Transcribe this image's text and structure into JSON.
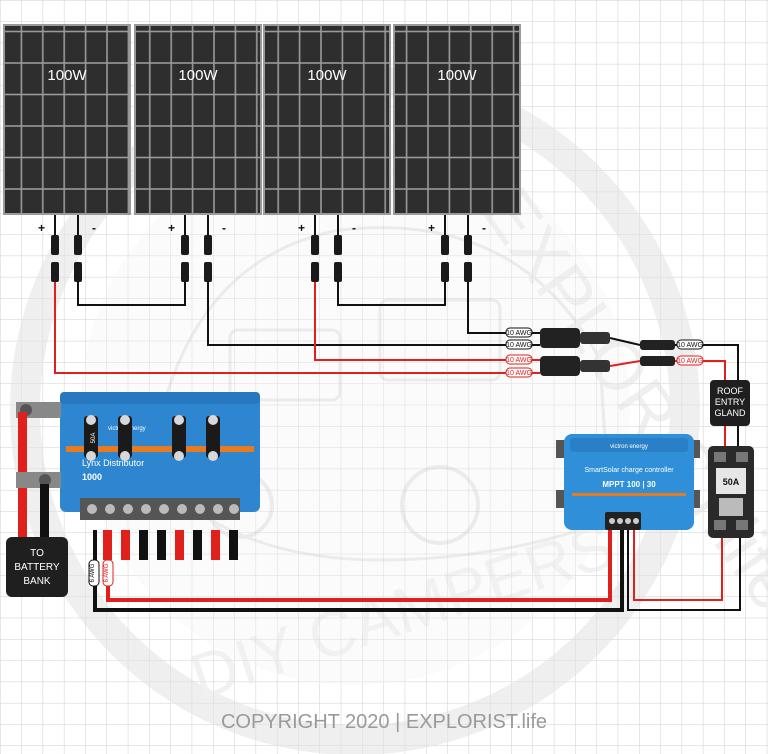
{
  "panels": [
    {
      "label": "100W"
    },
    {
      "label": "100W"
    },
    {
      "label": "100W"
    },
    {
      "label": "100W"
    }
  ],
  "polarity": {
    "pos": "+",
    "neg": "-"
  },
  "wire_gauge": {
    "solar": "10 AWG",
    "battery_pos": "6 AWG",
    "battery_neg": "6 AWG"
  },
  "roof_gland": {
    "line1": "ROOF",
    "line2": "ENTRY",
    "line3": "GLAND"
  },
  "breaker": {
    "rating": "50A"
  },
  "battery": {
    "line1": "TO",
    "line2": "BATTERY",
    "line3": "BANK"
  },
  "mppt": {
    "brand": "victron energy",
    "title": "SmartSolar charge controller",
    "model": "MPPT 100 | 30"
  },
  "busbar": {
    "brand": "victron energy",
    "name": "Lynx Distributor",
    "model": "1000",
    "fuse": "50A"
  },
  "watermark": {
    "line1": "EXPLORIST.life",
    "line2": "DIY CAMPERS"
  },
  "copyright": "COPYRIGHT 2020 | EXPLORIST.life",
  "colors": {
    "positive": "#e0201c",
    "negative": "#111111",
    "panel": "#3a3a3a",
    "mppt": "#2f8fd8",
    "grid": "#cfcfcf"
  }
}
